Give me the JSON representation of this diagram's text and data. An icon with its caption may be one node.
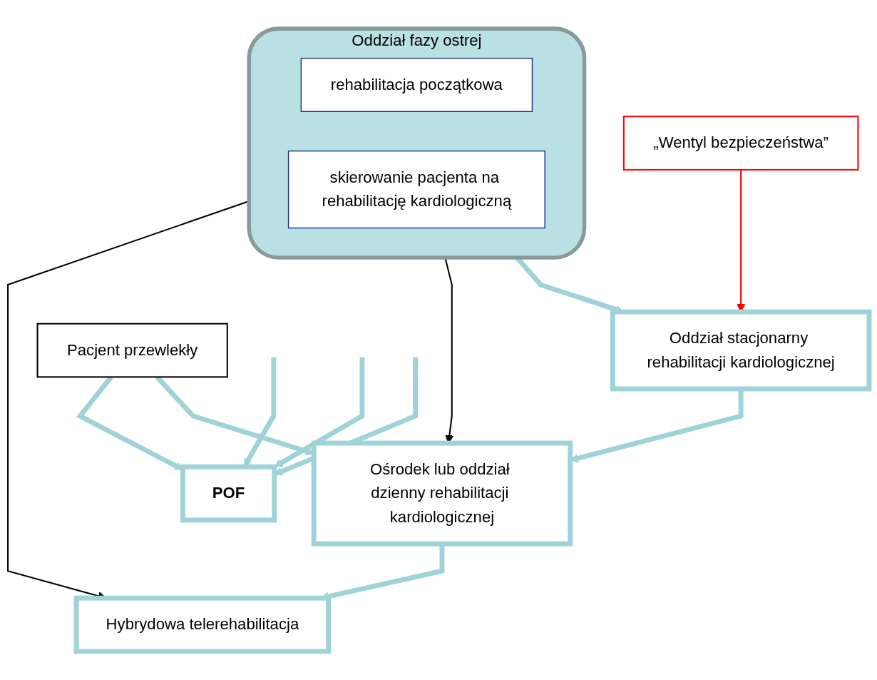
{
  "diagram": {
    "nodes": [
      {
        "text": [
          "Oddział fazy ostrej"
        ]
      },
      {
        "text": [
          "rehabilitacja początkowa"
        ],
        "in": 0
      },
      {
        "text": [
          "skierowanie pacjenta na rehabilitację kardiologiczną"
        ],
        "in": 0
      },
      {
        "text": [
          "„Wentyl bezpieczeństwa”"
        ]
      },
      {
        "text": [
          "Oddział stacjonarny rehabilitacji kardiologicznej"
        ]
      },
      {
        "text": [
          "Ośrodek lub oddział dzienny rehabilitacji kardiologicznej"
        ]
      },
      {
        "text": [
          "Pacjent przewlekły"
        ]
      },
      {
        "text": [
          "Hybrydowa telerehabilitacja"
        ]
      },
      {
        "text": [
          "POF"
        ]
      }
    ],
    "edges": [
      {
        "from": 0,
        "to": 4,
        "arrow": "to"
      },
      {
        "from": 3,
        "to": 4,
        "arrow": "to",
        "color": "#ff0000"
      },
      {
        "from": 4,
        "to": 5,
        "arrow": "to"
      },
      {
        "from": 6,
        "to": 5,
        "arrow": "to"
      },
      {
        "from": 5,
        "to": 7,
        "arrow": "to"
      },
      {
        "from": 0,
        "to": 5,
        "arrow": "to",
        "color": "#000000"
      },
      {
        "from": 0,
        "to": 7,
        "arrow": "to",
        "color": "#000000"
      },
      {
        "from": null,
        "to": 8,
        "arrow": "to"
      },
      {
        "from": null,
        "to": 8,
        "arrow": "to"
      },
      {
        "from": null,
        "to": 8,
        "arrow": "to"
      },
      {
        "from": 6,
        "to": 8,
        "arrow": "to"
      }
    ]
  }
}
